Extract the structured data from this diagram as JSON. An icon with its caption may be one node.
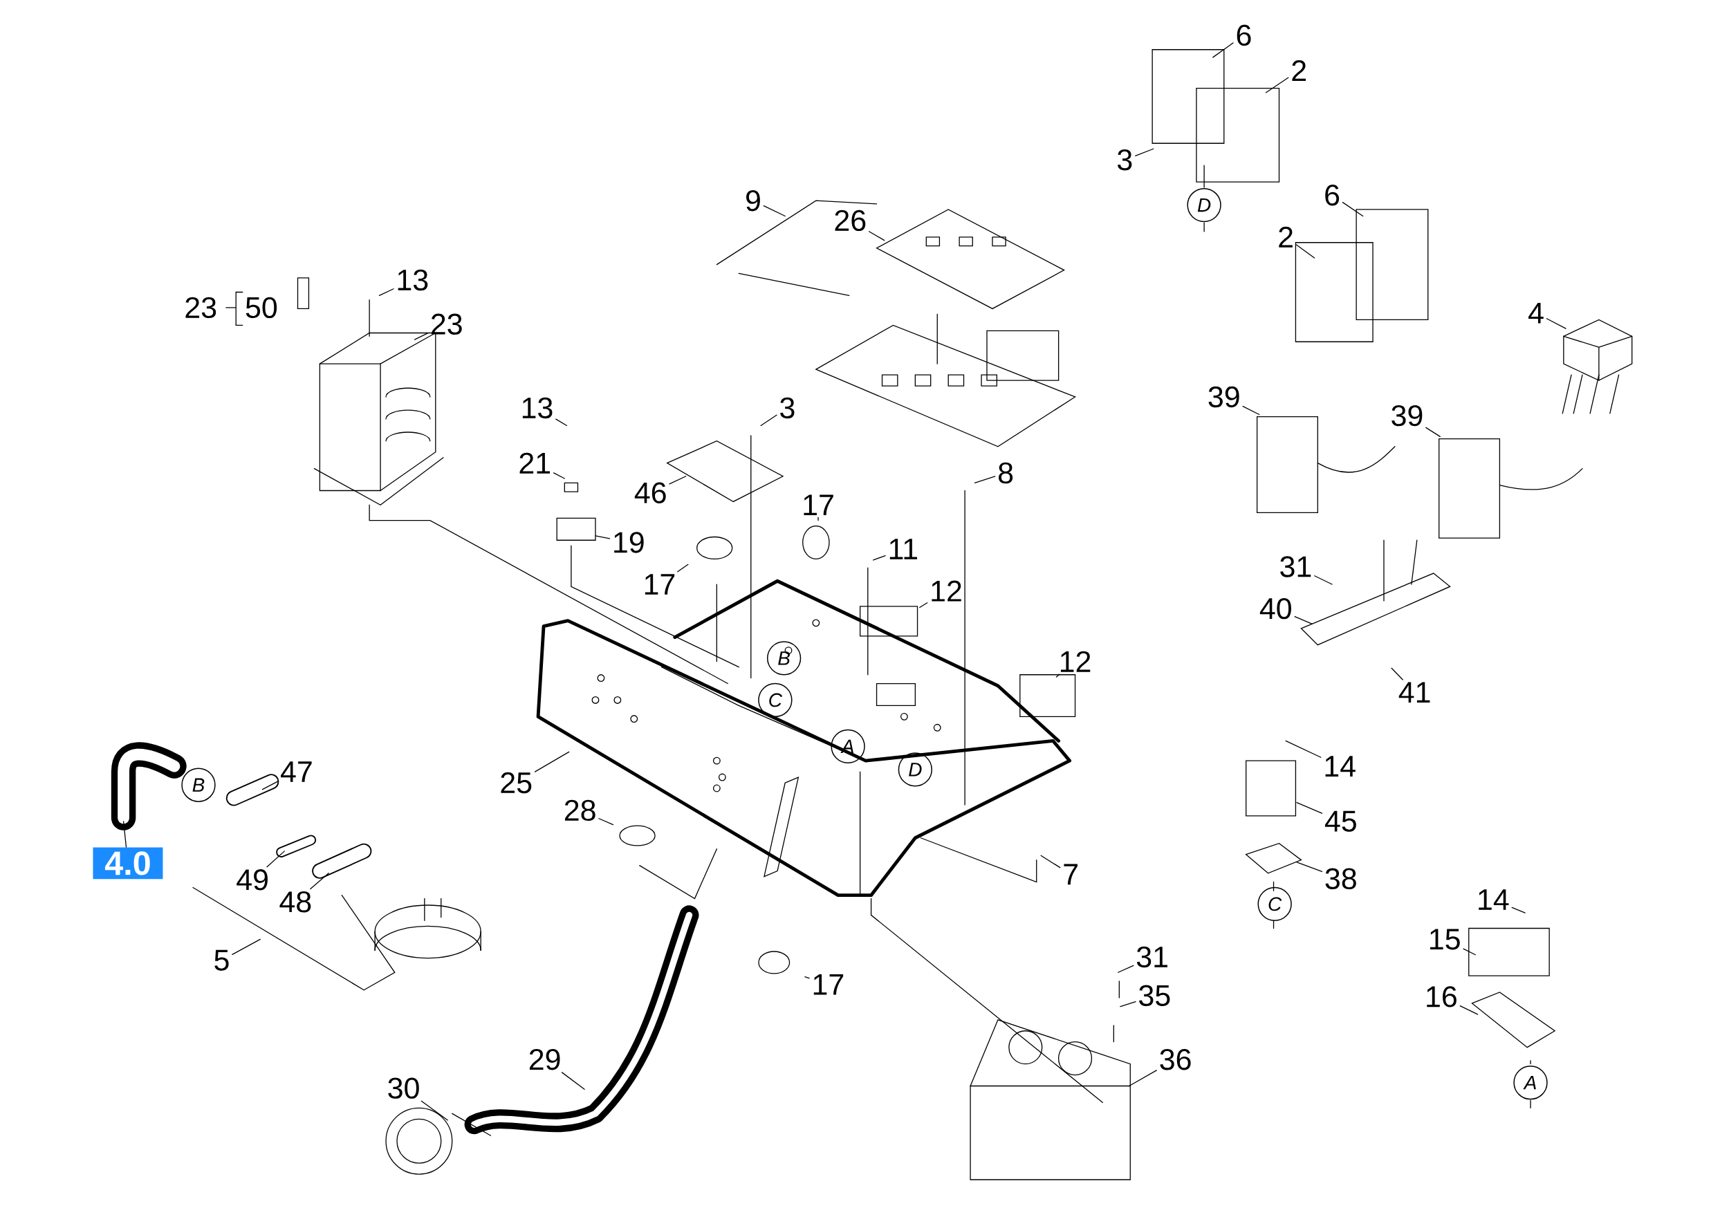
{
  "diagram": {
    "nodes": [
      {
        "text": [
          "6"
        ]
      },
      {
        "text": [
          "2"
        ]
      },
      {
        "text": [
          "3"
        ]
      },
      {
        "text": [
          "D"
        ]
      },
      {
        "text": [
          "9"
        ]
      },
      {
        "text": [
          "6"
        ]
      },
      {
        "text": [
          "26"
        ]
      },
      {
        "text": [
          "2"
        ]
      },
      {
        "text": [
          "13"
        ]
      },
      {
        "text": [
          "4"
        ]
      },
      {
        "text": [
          "23"
        ]
      },
      {
        "text": [
          "39"
        ]
      },
      {
        "text": [
          "13"
        ]
      },
      {
        "text": [
          "3"
        ]
      },
      {
        "text": [
          "39"
        ]
      },
      {
        "text": [
          "21"
        ]
      },
      {
        "text": [
          "8"
        ]
      },
      {
        "text": [
          "46"
        ]
      },
      {
        "text": [
          "17"
        ]
      },
      {
        "text": [
          "19"
        ]
      },
      {
        "text": [
          "11"
        ]
      },
      {
        "text": [
          "31"
        ]
      },
      {
        "text": [
          "17"
        ]
      },
      {
        "text": [
          "12"
        ]
      },
      {
        "text": [
          "40"
        ]
      },
      {
        "text": [
          "B"
        ]
      },
      {
        "text": [
          "12"
        ]
      },
      {
        "text": [
          "41"
        ]
      },
      {
        "text": [
          "C"
        ]
      },
      {
        "text": [
          "A"
        ]
      },
      {
        "text": [
          "14"
        ]
      },
      {
        "text": [
          "D"
        ]
      },
      {
        "text": [
          "47"
        ]
      },
      {
        "text": [
          "25"
        ]
      },
      {
        "text": [
          "B"
        ]
      },
      {
        "text": [
          "45"
        ]
      },
      {
        "text": [
          "28"
        ]
      },
      {
        "text": [
          "4.0"
        ]
      },
      {
        "text": [
          "7"
        ]
      },
      {
        "text": [
          "38"
        ]
      },
      {
        "text": [
          "49"
        ]
      },
      {
        "text": [
          "14"
        ]
      },
      {
        "text": [
          "C"
        ]
      },
      {
        "text": [
          "48"
        ]
      },
      {
        "text": [
          "15"
        ]
      },
      {
        "text": [
          "5"
        ]
      },
      {
        "text": [
          "31"
        ]
      },
      {
        "text": [
          "17"
        ]
      },
      {
        "text": [
          "35"
        ]
      },
      {
        "text": [
          "16"
        ]
      },
      {
        "text": [
          "29"
        ]
      },
      {
        "text": [
          "36"
        ]
      },
      {
        "text": [
          "A"
        ]
      },
      {
        "text": [
          "30"
        ]
      }
    ],
    "edges": [
      {
        "from": 0,
        "to": null,
        "arrow": "none"
      },
      {
        "from": 1,
        "to": null,
        "arrow": "none"
      },
      {
        "from": 2,
        "to": null,
        "arrow": "none"
      },
      {
        "from": 4,
        "to": null,
        "arrow": "none"
      },
      {
        "from": 5,
        "to": null,
        "arrow": "none"
      },
      {
        "from": 6,
        "to": null,
        "arrow": "none"
      },
      {
        "from": 7,
        "to": null,
        "arrow": "none"
      },
      {
        "from": 8,
        "to": null,
        "arrow": "none"
      },
      {
        "from": 9,
        "to": null,
        "arrow": "none"
      },
      {
        "from": 10,
        "to": null,
        "arrow": "none"
      },
      {
        "from": 11,
        "to": null,
        "arrow": "none"
      },
      {
        "from": 12,
        "to": null,
        "arrow": "none"
      },
      {
        "from": 13,
        "to": null,
        "arrow": "none"
      },
      {
        "from": 14,
        "to": null,
        "arrow": "none"
      },
      {
        "from": 15,
        "to": null,
        "arrow": "none"
      },
      {
        "from": 16,
        "to": null,
        "arrow": "none"
      },
      {
        "from": 17,
        "to": null,
        "arrow": "none"
      },
      {
        "from": 18,
        "to": null,
        "arrow": "none"
      },
      {
        "from": 19,
        "to": null,
        "arrow": "none"
      },
      {
        "from": 20,
        "to": null,
        "arrow": "none"
      },
      {
        "from": 21,
        "to": null,
        "arrow": "none"
      },
      {
        "from": 22,
        "to": null,
        "arrow": "none"
      },
      {
        "from": 23,
        "to": null,
        "arrow": "none"
      },
      {
        "from": 24,
        "to": null,
        "arrow": "none"
      },
      {
        "from": 26,
        "to": null,
        "arrow": "none"
      },
      {
        "from": 27,
        "to": null,
        "arrow": "none"
      },
      {
        "from": 30,
        "to": null,
        "arrow": "none"
      },
      {
        "from": 32,
        "to": null,
        "arrow": "none"
      },
      {
        "from": 33,
        "to": null,
        "arrow": "none"
      },
      {
        "from": 35,
        "to": null,
        "arrow": "none"
      },
      {
        "from": 36,
        "to": null,
        "arrow": "none"
      },
      {
        "from": 37,
        "to": null,
        "arrow": "none"
      },
      {
        "from": 38,
        "to": null,
        "arrow": "none"
      },
      {
        "from": 39,
        "to": null,
        "arrow": "none"
      },
      {
        "from": 40,
        "to": null,
        "arrow": "none"
      },
      {
        "from": 41,
        "to": null,
        "arrow": "none"
      },
      {
        "from": 43,
        "to": null,
        "arrow": "none"
      },
      {
        "from": 44,
        "to": null,
        "arrow": "none"
      },
      {
        "from": 45,
        "to": null,
        "arrow": "none"
      },
      {
        "from": 46,
        "to": null,
        "arrow": "none"
      },
      {
        "from": 47,
        "to": null,
        "arrow": "none"
      },
      {
        "from": 48,
        "to": null,
        "arrow": "none"
      },
      {
        "from": 49,
        "to": null,
        "arrow": "none"
      },
      {
        "from": 50,
        "to": null,
        "arrow": "none"
      },
      {
        "from": 51,
        "to": null,
        "arrow": "none"
      },
      {
        "from": 53,
        "to": null,
        "arrow": "none"
      }
    ],
    "labels": [
      "23",
      "50"
    ]
  }
}
